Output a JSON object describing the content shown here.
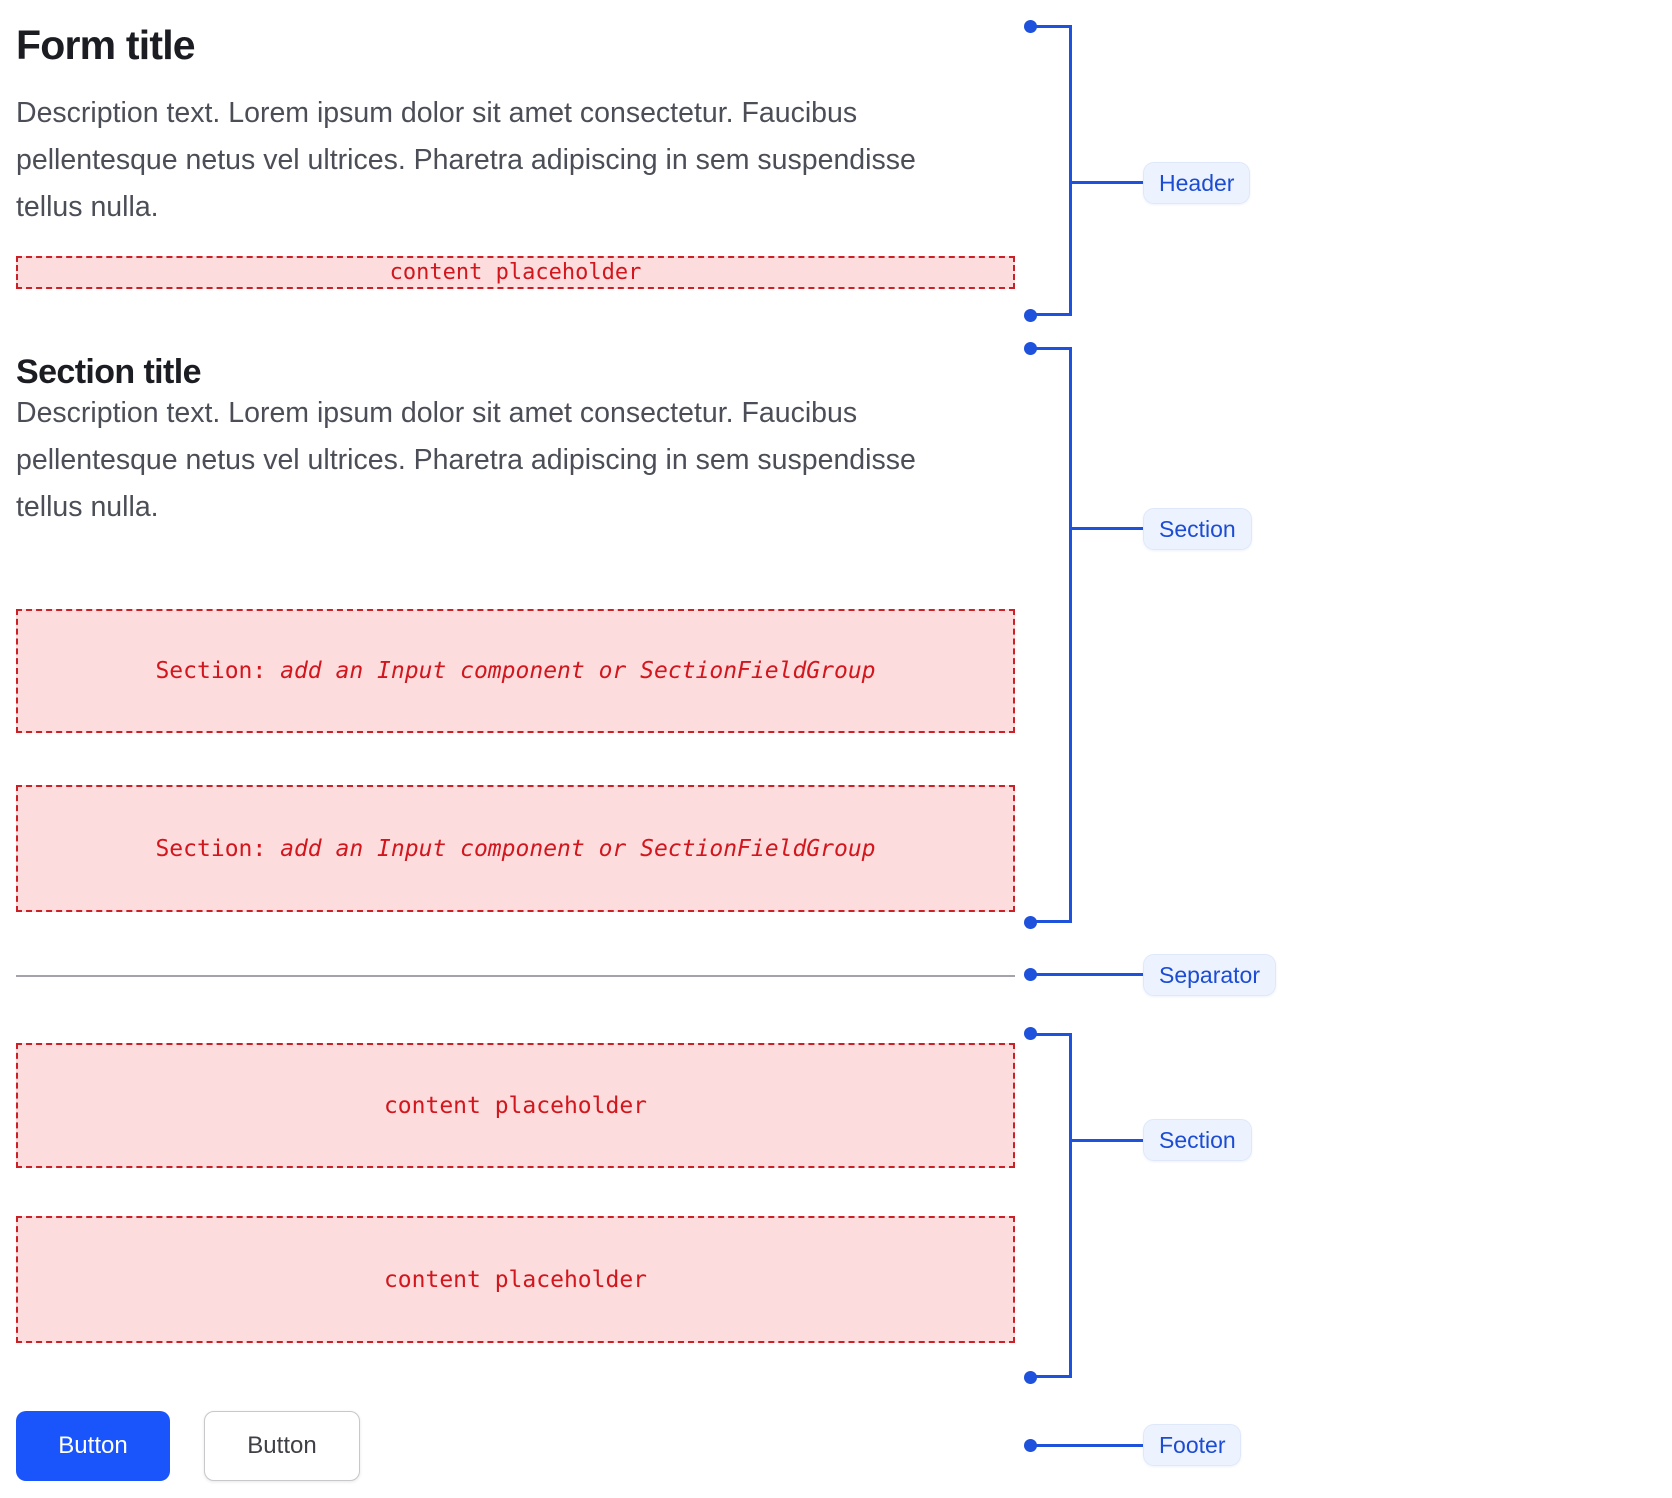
{
  "form": {
    "title": "Form title",
    "description": "Description text. Lorem ipsum dolor sit amet consectetur. Faucibus pellentesque netus vel ultrices. Pharetra adipiscing in sem suspendisse tellus nulla.",
    "header_placeholder": "content placeholder",
    "section": {
      "title": "Section title",
      "description": "Description text. Lorem ipsum dolor sit amet consectetur. Faucibus pellentesque netus vel ultrices. Pharetra adipiscing in sem suspendisse tellus nulla.",
      "slot_prefix": "Section:",
      "slot_rest": "add an Input component or SectionFieldGroup"
    },
    "content_section": {
      "placeholder1": "content placeholder",
      "placeholder2": "content placeholder"
    },
    "footer": {
      "primary_button": "Button",
      "secondary_button": "Button"
    }
  },
  "annotations": {
    "header": "Header",
    "section1": "Section",
    "separator": "Separator",
    "section2": "Section",
    "footer": "Footer"
  },
  "colors": {
    "annotation_blue": "#1e51dc",
    "annotation_label_text": "#1b4cd3",
    "annotation_label_bg": "#edf3fe",
    "placeholder_bg": "#fcdcdc",
    "placeholder_border": "#cb2026",
    "placeholder_text": "#d2161e",
    "primary_button_bg": "#1a55fb",
    "secondary_button_border": "#c7c7cc",
    "separator_line": "#a5a2ab",
    "title_text": "#1c1d22",
    "description_text": "#4c4e57"
  }
}
